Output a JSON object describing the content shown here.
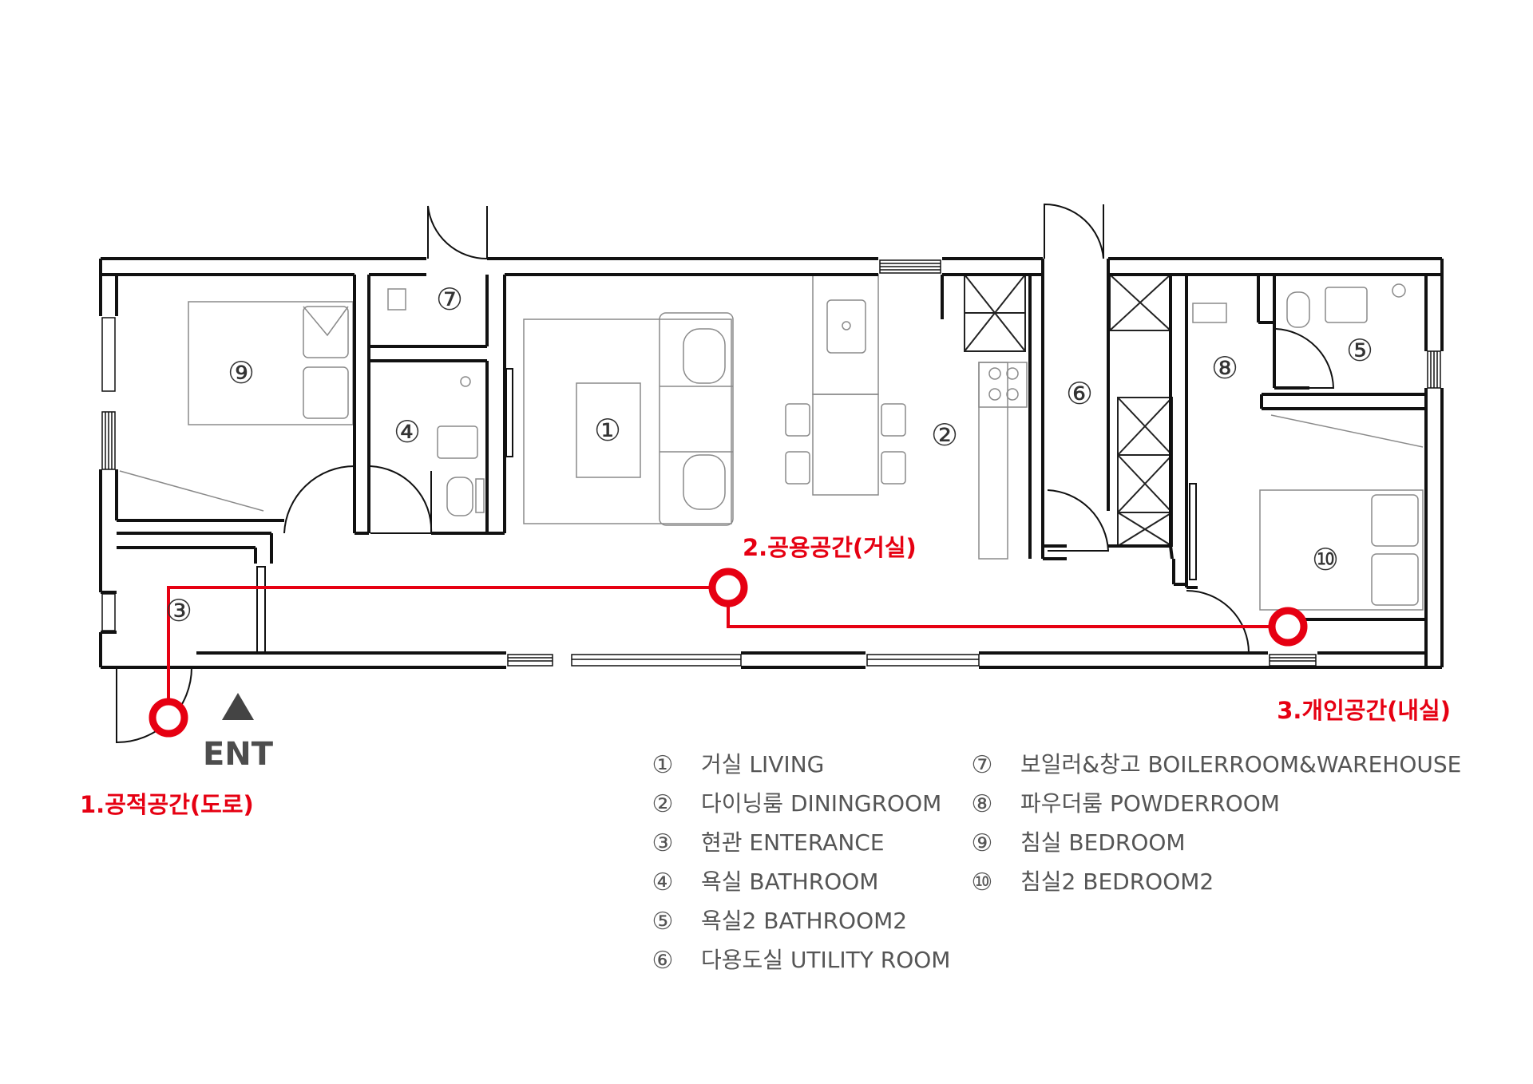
{
  "colors": {
    "wall": "#1a1a1a",
    "route": "#e60012",
    "furniture": "#888888",
    "text": "#555555"
  },
  "rooms": [
    {
      "id": "r9",
      "num": "⑨"
    },
    {
      "id": "r7",
      "num": "⑦"
    },
    {
      "id": "r4",
      "num": "④"
    },
    {
      "id": "r3",
      "num": "③"
    },
    {
      "id": "r1",
      "num": "①"
    },
    {
      "id": "r2",
      "num": "②"
    },
    {
      "id": "r6",
      "num": "⑥"
    },
    {
      "id": "r8",
      "num": "⑧"
    },
    {
      "id": "r5",
      "num": "⑤"
    },
    {
      "id": "r10",
      "num": "⑩"
    }
  ],
  "entrance": {
    "label": "ENT",
    "arrow": "triangle-up-icon"
  },
  "zones": [
    {
      "label": "1.공적공간(도로)"
    },
    {
      "label": "2.공용공간(거실)"
    },
    {
      "label": "3.개인공간(내실)"
    }
  ],
  "legend": [
    {
      "num": "①",
      "text": "거실 LIVING"
    },
    {
      "num": "②",
      "text": "다이닝룸 DININGROOM"
    },
    {
      "num": "③",
      "text": "현관 ENTERANCE"
    },
    {
      "num": "④",
      "text": "욕실 BATHROOM"
    },
    {
      "num": "⑤",
      "text": "욕실2 BATHROOM2"
    },
    {
      "num": "⑥",
      "text": "다용도실 UTILITY ROOM"
    },
    {
      "num": "⑦",
      "text": "보일러&창고 BOILERROOM&WAREHOUSE"
    },
    {
      "num": "⑧",
      "text": "파우더룸 POWDERROOM"
    },
    {
      "num": "⑨",
      "text": "침실 BEDROOM"
    },
    {
      "num": "⑩",
      "text": "침실2 BEDROOM2"
    }
  ]
}
